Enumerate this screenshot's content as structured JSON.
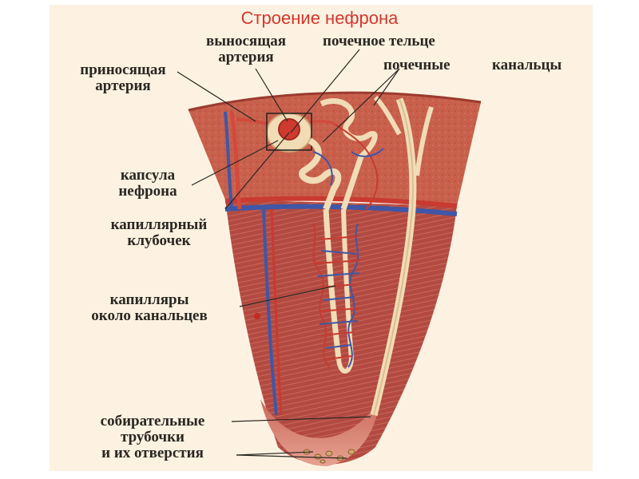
{
  "title": "Строение нефрона",
  "labels": {
    "efferent": [
      "выносящая",
      "артерия"
    ],
    "corpuscle": "почечное тельце",
    "tubules_1": "почечные",
    "tubules_2": "канальцы",
    "afferent": [
      "приносящая",
      "артерия"
    ],
    "capsule": [
      "капсула",
      "нефрона"
    ],
    "glomerulus": [
      "капиллярный",
      "клубочек"
    ],
    "peritubular": [
      "капилляры",
      "около канальцев"
    ],
    "collecting": [
      "собирательные",
      "трубочки",
      "и их отверстия"
    ]
  },
  "colors": {
    "title": "#d8352d",
    "cortex": "#c8604c",
    "medulla": "#b24a42",
    "artery": "#d24a3c",
    "vein": "#3f57a6",
    "tubule": "#f1dcb6",
    "panel": "#fdf2e1"
  }
}
